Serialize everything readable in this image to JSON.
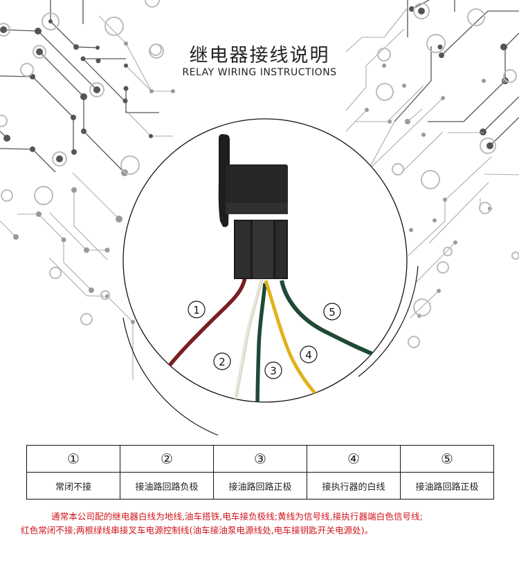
{
  "header": {
    "title_cn": "继电器接线说明",
    "title_en": "RELAY WIRING INSTRUCTIONS"
  },
  "diagram": {
    "wires": [
      {
        "id": "1",
        "label": "①",
        "color": "#7a1f24"
      },
      {
        "id": "2",
        "label": "②",
        "color": "#e8e8e0"
      },
      {
        "id": "3",
        "label": "③",
        "color": "#1f4a35"
      },
      {
        "id": "4",
        "label": "④",
        "color": "#e0b21c"
      },
      {
        "id": "5",
        "label": "⑤",
        "color": "#1f4a35"
      }
    ],
    "relay_color": "#1e1e1e"
  },
  "table": {
    "numbers": [
      "①",
      "②",
      "③",
      "④",
      "⑤"
    ],
    "descriptions": [
      "常闭不接",
      "接油路回路负极",
      "接油路回路正极",
      "接执行器的白线",
      "接油路回路正极"
    ]
  },
  "note": {
    "line1": "通常本公司配的继电器白线为地线,油车搭铁,电车接负极线;黄线为信号线,接执行器端白色信号线;",
    "line2": "红色常闭不接;两根绿线串接叉车电源控制线(油车接油泵电源线处,电车接钥匙开关电源处)。",
    "color": "#d0141b"
  }
}
